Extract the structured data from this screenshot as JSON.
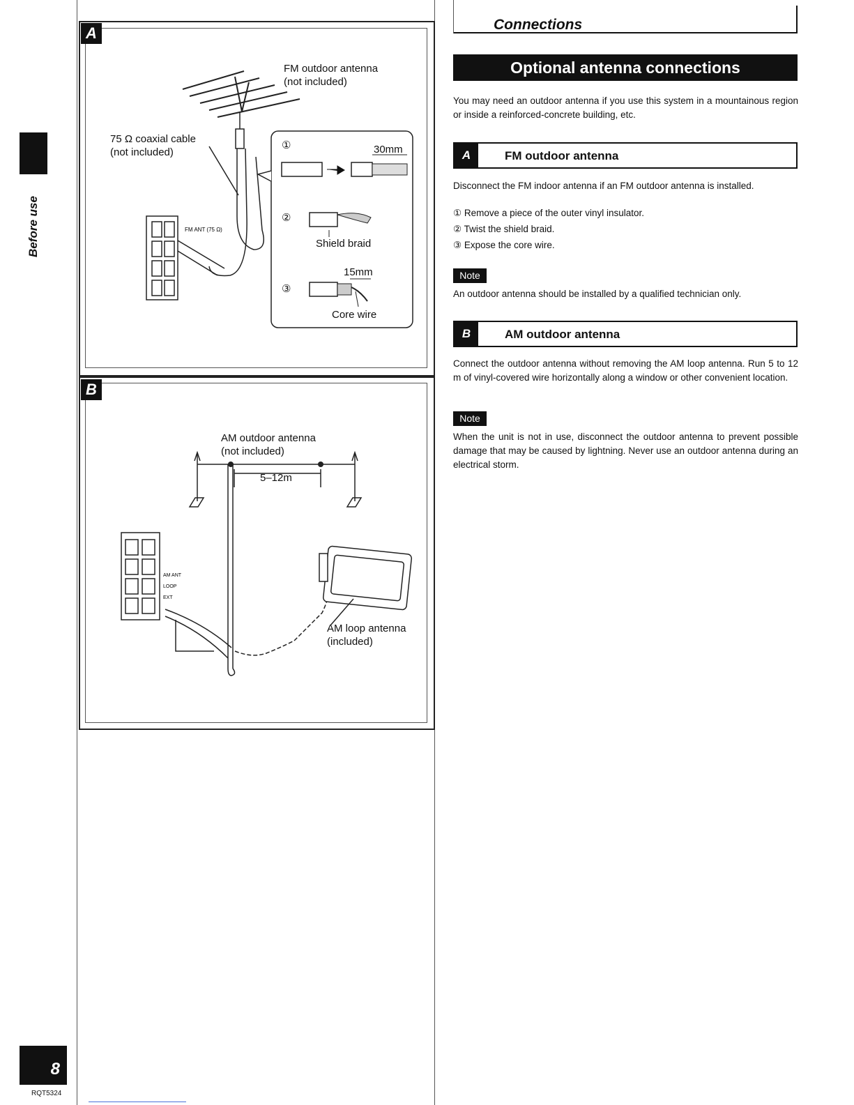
{
  "sidebar": {
    "section_label": "Before use"
  },
  "footer": {
    "page_number": "8",
    "model_code": "RQT5324"
  },
  "diagram_a": {
    "tag": "A",
    "fm_antenna": [
      "FM outdoor antenna",
      "(not included)"
    ],
    "cable": [
      "75 Ω coaxial cable",
      "(not included)"
    ],
    "step1": "①",
    "step2": "②",
    "step3": "③",
    "dim_30": "30mm",
    "shield": "Shield braid",
    "dim_15": "15mm",
    "core": "Core wire",
    "terminal_label": "FM ANT (75 Ω)"
  },
  "diagram_b": {
    "tag": "B",
    "am_antenna": [
      "AM outdoor antenna",
      "(not included)"
    ],
    "span": "5–12m",
    "loop": [
      "AM loop antenna",
      "(included)"
    ],
    "terminal_label": [
      "AM ANT",
      "LOOP",
      "EXT"
    ]
  },
  "right": {
    "section_title": "Connections",
    "banner": "Optional antenna connections",
    "intro": "You may need an outdoor antenna if you use this system in a mountainous region or inside a reinforced-concrete building, etc.",
    "fm": {
      "tag": "A",
      "title": "FM outdoor antenna",
      "para": "Disconnect the FM indoor antenna if an FM outdoor antenna is installed.",
      "steps": [
        "① Remove a piece of the outer vinyl insulator.",
        "② Twist the shield braid.",
        "③ Expose the core wire."
      ],
      "note_label": "Note",
      "note": "An outdoor antenna should be installed by a qualified technician only."
    },
    "am": {
      "tag": "B",
      "title": "AM outdoor antenna",
      "para": "Connect the outdoor antenna without removing the AM loop antenna. Run 5 to 12 m of vinyl-covered wire horizontally along a window or other convenient location.",
      "note_label": "Note",
      "note": "When the unit is not in use, disconnect the outdoor antenna to prevent possible damage that may be caused by lightning. Never use an outdoor antenna during an electrical storm."
    }
  }
}
